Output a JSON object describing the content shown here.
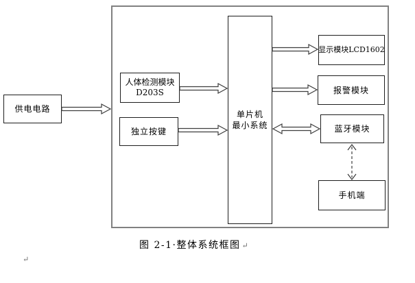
{
  "diagram": {
    "boxes": {
      "power": {
        "label": "供电电路"
      },
      "human_detect": {
        "line1": "人体检测模块",
        "line2": "D203S"
      },
      "keys": {
        "label": "独立按键"
      },
      "mcu": {
        "line1": "单片机",
        "line2": "最小系统"
      },
      "lcd": {
        "label": "显示模块LCD1602"
      },
      "alarm": {
        "label": "报警模块"
      },
      "bluetooth": {
        "label": "蓝牙模块"
      },
      "phone": {
        "label": "手机端"
      }
    },
    "colors": {
      "outer_border": "#808080",
      "inner_border": "#1c1c1c",
      "arrow_stroke": "#3d3d3d",
      "arrow_fill": "#ffffff",
      "background": "#ffffff"
    }
  },
  "caption": {
    "text": "图 2-1·整体系统框图",
    "paragraph_mark": "↵"
  },
  "page_marks": {
    "stray_paragraph_mark": "↵"
  }
}
